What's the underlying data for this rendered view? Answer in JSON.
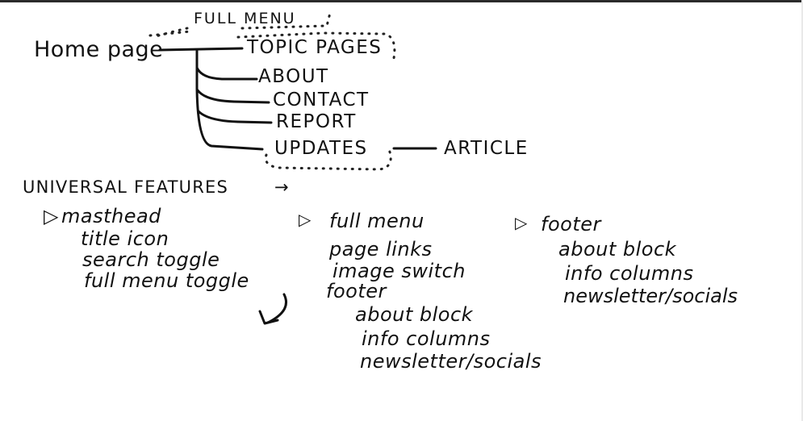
{
  "sitemap": {
    "root": "Home page",
    "full_menu_label": "FULL MENU",
    "topic_pages": "TOPIC PAGES",
    "children": [
      "ABOUT",
      "CONTACT",
      "REPORT",
      "UPDATES"
    ],
    "article": "ARTICLE"
  },
  "universal_features": {
    "heading": "UNIVERSAL FEATURES",
    "arrow": "→",
    "masthead": {
      "bullet": "▷",
      "title": "masthead",
      "items": [
        "title icon",
        "search toggle",
        "full menu toggle"
      ]
    },
    "full_menu": {
      "bullet": "▷",
      "title": "full menu",
      "items": [
        "page links",
        "image switch",
        "footer"
      ],
      "footer_items": [
        "about block",
        "info columns",
        "newsletter/socials"
      ]
    },
    "footer": {
      "bullet": "▷",
      "title": "footer",
      "items": [
        "about block",
        "info columns",
        "newsletter/socials"
      ]
    }
  }
}
